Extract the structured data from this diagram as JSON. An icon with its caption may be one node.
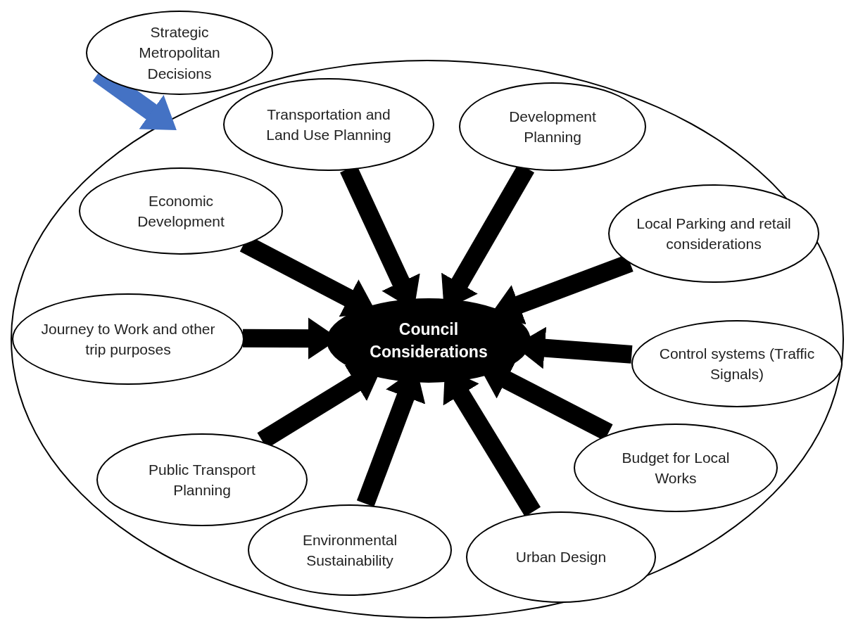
{
  "diagram": {
    "nodes": [
      {
        "text": [],
        "shape": "ellipse"
      },
      {
        "text": [
          "Strategic Metropolitan Decisions"
        ]
      },
      {
        "text": [
          "Transportation and Land Use Planning"
        ],
        "in": 0
      },
      {
        "text": [
          "Development Planning"
        ],
        "in": 0
      },
      {
        "text": [
          "Economic Development"
        ],
        "in": 0
      },
      {
        "text": [
          "Local Parking and retail considerations"
        ],
        "in": 0
      },
      {
        "text": [
          "Council Considerations"
        ],
        "in": 0
      },
      {
        "text": [
          "Journey to Work and other trip purposes"
        ],
        "in": 0
      },
      {
        "text": [
          "Control systems (Traffic Signals)"
        ],
        "in": 0
      },
      {
        "text": [
          "Public Transport Planning"
        ],
        "in": 0
      },
      {
        "text": [
          "Budget for Local Works"
        ],
        "in": 0
      },
      {
        "text": [
          "Environmental Sustainability"
        ],
        "in": 0
      },
      {
        "text": [
          "Urban Design"
        ],
        "in": 0
      }
    ],
    "edges": [
      {
        "from": 1,
        "to": 0,
        "arrow": "to",
        "color": "#4472c4"
      },
      {
        "from": 4,
        "to": 6,
        "arrow": "to"
      },
      {
        "from": 2,
        "to": 6,
        "arrow": "to"
      },
      {
        "from": 3,
        "to": 6,
        "arrow": "to"
      },
      {
        "from": 5,
        "to": 6,
        "arrow": "to"
      },
      {
        "from": 7,
        "to": 6,
        "arrow": "to"
      },
      {
        "from": 8,
        "to": 6,
        "arrow": "to"
      },
      {
        "from": 9,
        "to": 6,
        "arrow": "to"
      },
      {
        "from": 11,
        "to": 6,
        "arrow": "to"
      },
      {
        "from": 12,
        "to": 6,
        "arrow": "to"
      },
      {
        "from": 10,
        "to": 6,
        "arrow": "to"
      }
    ]
  }
}
